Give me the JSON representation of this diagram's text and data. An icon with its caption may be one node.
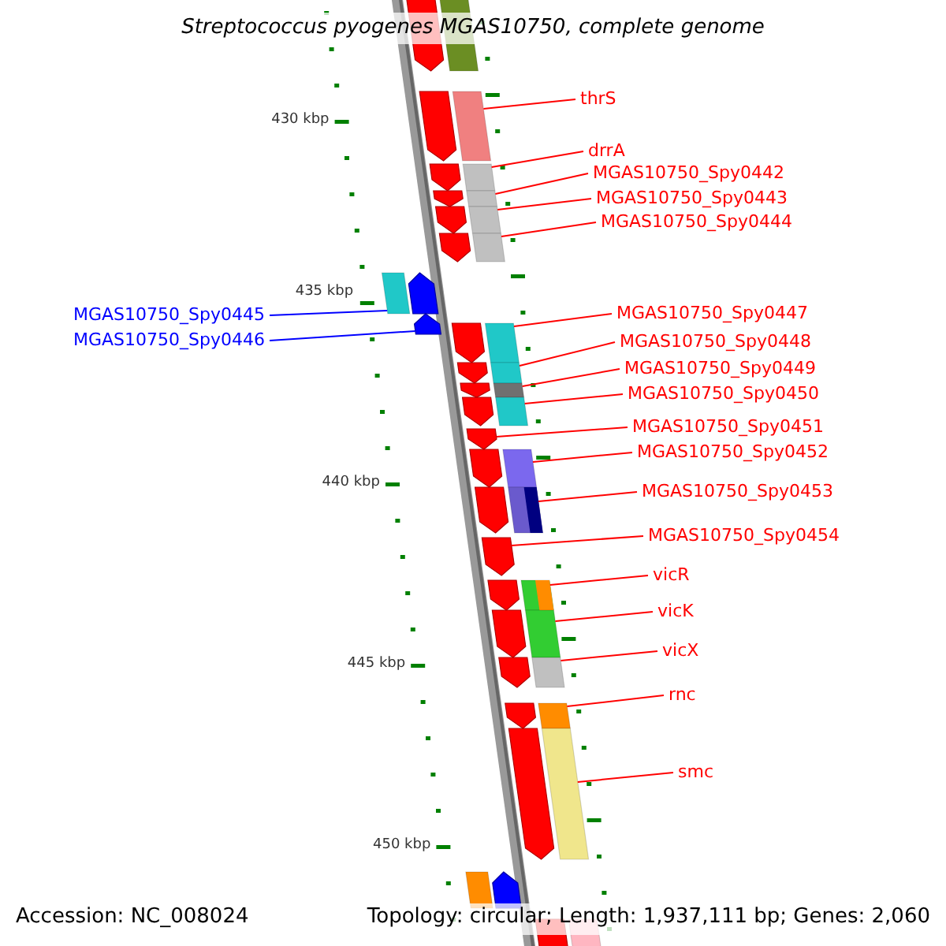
{
  "diagram": {
    "title": "Streptococcus pyogenes MGAS10750, complete genome",
    "nodes": [
      {
        "text": [
          "thrS"
        ]
      },
      {
        "text": [
          "drrA"
        ]
      },
      {
        "text": [
          "MGAS10750_Spy0442"
        ]
      },
      {
        "text": [
          "MGAS10750_Spy0443"
        ]
      },
      {
        "text": [
          "MGAS10750_Spy0444"
        ]
      },
      {
        "text": [
          "MGAS10750_Spy0445"
        ]
      },
      {
        "text": [
          "MGAS10750_Spy0446"
        ]
      },
      {
        "text": [
          "MGAS10750_Spy0447"
        ]
      },
      {
        "text": [
          "MGAS10750_Spy0448"
        ]
      },
      {
        "text": [
          "MGAS10750_Spy0449"
        ]
      },
      {
        "text": [
          "MGAS10750_Spy0450"
        ]
      },
      {
        "text": [
          "MGAS10750_Spy0451"
        ]
      },
      {
        "text": [
          "MGAS10750_Spy0452"
        ]
      },
      {
        "text": [
          "MGAS10750_Spy0453"
        ]
      },
      {
        "text": [
          "MGAS10750_Spy0454"
        ]
      },
      {
        "text": [
          "vicR"
        ]
      },
      {
        "text": [
          "vicK"
        ]
      },
      {
        "text": [
          "vicX"
        ]
      },
      {
        "text": [
          "rnc"
        ]
      },
      {
        "text": [
          "smc"
        ]
      },
      {
        "text": [],
        "shape": "arrow"
      },
      {
        "text": [],
        "shape": "arrow"
      },
      {
        "text": [],
        "shape": "arrow"
      },
      {
        "text": [],
        "shape": "arrow"
      },
      {
        "text": [],
        "shape": "arrow"
      },
      {
        "text": [],
        "shape": "arrow"
      },
      {
        "text": [],
        "shape": "arrow"
      },
      {
        "text": [],
        "shape": "arrow"
      },
      {
        "text": [],
        "shape": "arrow"
      },
      {
        "text": [],
        "shape": "arrow"
      },
      {
        "text": [],
        "shape": "arrow"
      },
      {
        "text": [],
        "shape": "arrow"
      },
      {
        "text": [],
        "shape": "arrow"
      },
      {
        "text": [],
        "shape": "arrow"
      },
      {
        "text": [],
        "shape": "arrow"
      },
      {
        "text": [],
        "shape": "arrow"
      },
      {
        "text": [],
        "shape": "arrow"
      },
      {
        "text": [],
        "shape": "arrow"
      },
      {
        "text": [],
        "shape": "arrow"
      },
      {
        "text": [],
        "shape": "arrow"
      },
      {
        "text": [],
        "shape": "arrow"
      },
      {
        "text": [],
        "shape": "arrow"
      },
      {
        "text": [],
        "shape": "arrow"
      }
    ],
    "edges": [
      {
        "from": 0,
        "to": 21,
        "arrow": "none"
      },
      {
        "from": 1,
        "to": 22,
        "arrow": "none"
      },
      {
        "from": 2,
        "to": 23,
        "arrow": "none"
      },
      {
        "from": 3,
        "to": 24,
        "arrow": "none"
      },
      {
        "from": 4,
        "to": 25,
        "arrow": "none"
      },
      {
        "from": 5,
        "to": 26,
        "arrow": "none",
        "color": "#0000ff"
      },
      {
        "from": 6,
        "to": 27,
        "arrow": "none",
        "color": "#0000ff"
      },
      {
        "from": 7,
        "to": 28,
        "arrow": "none"
      },
      {
        "from": 8,
        "to": 29,
        "arrow": "none"
      },
      {
        "from": 9,
        "to": 30,
        "arrow": "none"
      },
      {
        "from": 10,
        "to": 31,
        "arrow": "none"
      },
      {
        "from": 11,
        "to": 32,
        "arrow": "none"
      },
      {
        "from": 12,
        "to": 33,
        "arrow": "none"
      },
      {
        "from": 13,
        "to": 34,
        "arrow": "none"
      },
      {
        "from": 14,
        "to": 35,
        "arrow": "none"
      },
      {
        "from": 15,
        "to": 36,
        "arrow": "none"
      },
      {
        "from": 16,
        "to": 37,
        "arrow": "none"
      },
      {
        "from": 17,
        "to": 38,
        "arrow": "none"
      },
      {
        "from": 18,
        "to": 39,
        "arrow": "none"
      },
      {
        "from": 19,
        "to": 40,
        "arrow": "none"
      }
    ],
    "labels": [
      "430 kbp",
      "435 kbp",
      "440 kbp",
      "445 kbp",
      "450 kbp",
      "Accession: NC_008024",
      "Topology: circular; Length: 1,937,111 bp; Genes: 2,060"
    ]
  }
}
